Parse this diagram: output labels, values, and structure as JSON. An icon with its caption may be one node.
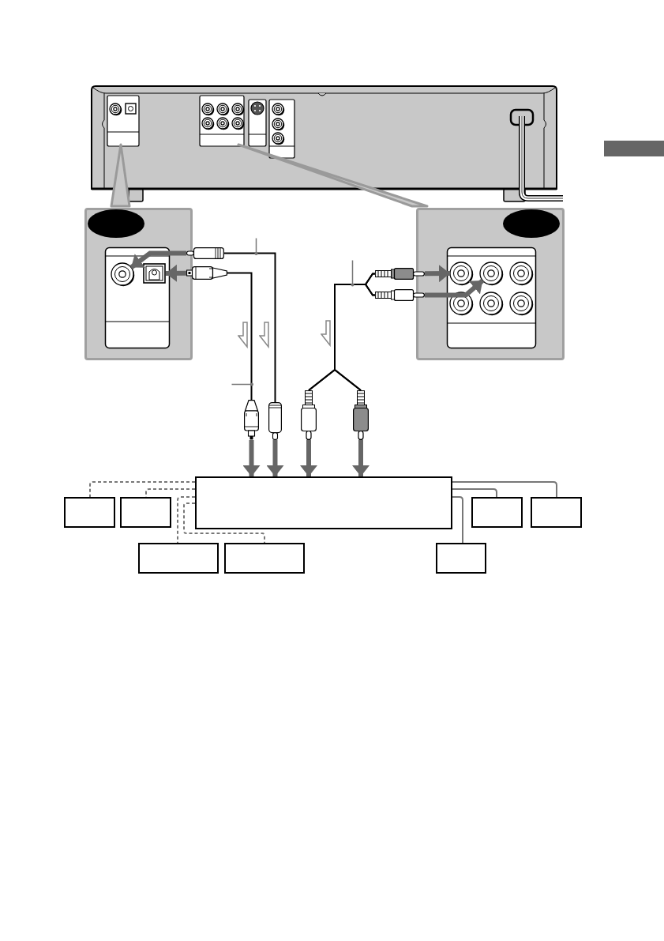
{
  "diagram": {
    "nodes": [
      {
        "text": [],
        "shape": "picture"
      },
      {
        "text": [],
        "shape": "bar"
      },
      {
        "text": [],
        "shape": "box"
      },
      {
        "text": [],
        "shape": "circle",
        "in": 2
      },
      {
        "text": [],
        "shape": "box",
        "in": 2
      },
      {
        "text": [],
        "shape": "picture"
      },
      {
        "text": [],
        "shape": "picture"
      },
      {
        "text": [],
        "shape": "picture"
      },
      {
        "text": [],
        "shape": "picture"
      },
      {
        "text": [],
        "shape": "box"
      },
      {
        "text": [],
        "shape": "circle",
        "in": 9
      },
      {
        "text": [],
        "shape": "circle",
        "in": 9
      },
      {
        "text": [],
        "shape": "circle",
        "in": 9
      },
      {
        "text": [],
        "shape": "circle",
        "in": 9
      },
      {
        "text": [],
        "shape": "circle",
        "in": 9
      },
      {
        "text": [],
        "shape": "circle",
        "in": 9
      },
      {
        "text": [],
        "shape": "picture"
      },
      {
        "text": [],
        "shape": "picture"
      },
      {
        "text": [],
        "shape": "picture"
      },
      {
        "text": [],
        "shape": "picture"
      },
      {
        "text": [],
        "shape": "box"
      },
      {
        "text": [],
        "shape": "box"
      },
      {
        "text": [],
        "shape": "box"
      },
      {
        "text": [],
        "shape": "box"
      },
      {
        "text": [],
        "shape": "box"
      },
      {
        "text": [],
        "shape": "box"
      },
      {
        "text": [],
        "shape": "box"
      },
      {
        "text": [],
        "shape": "box"
      }
    ],
    "edges": [
      {
        "from": 5,
        "to": 3,
        "arrow": "to",
        "style": "thick",
        "color": "#666666"
      },
      {
        "from": 6,
        "to": 4,
        "arrow": "to",
        "style": "thick",
        "color": "#666666"
      },
      {
        "from": 7,
        "to": 10,
        "arrow": "to",
        "style": "thick",
        "color": "#666666"
      },
      {
        "from": 8,
        "to": 11,
        "arrow": "to",
        "style": "thick",
        "color": "#666666"
      },
      {
        "from": 5,
        "to": 17,
        "arrow": "none",
        "color": "#000000"
      },
      {
        "from": 6,
        "to": 16,
        "arrow": "none",
        "color": "#000000"
      },
      {
        "from": 7,
        "to": 18,
        "arrow": "none",
        "color": "#000000"
      },
      {
        "from": 7,
        "to": 19,
        "arrow": "none",
        "color": "#000000"
      },
      {
        "from": 8,
        "to": 18,
        "arrow": "none",
        "color": "#000000"
      },
      {
        "from": 8,
        "to": 19,
        "arrow": "none",
        "color": "#000000"
      },
      {
        "from": 16,
        "to": 20,
        "arrow": "to",
        "style": "thick",
        "color": "#666666"
      },
      {
        "from": 17,
        "to": 20,
        "arrow": "to",
        "style": "thick",
        "color": "#666666"
      },
      {
        "from": 18,
        "to": 20,
        "arrow": "to",
        "style": "thick",
        "color": "#666666"
      },
      {
        "from": 19,
        "to": 20,
        "arrow": "to",
        "style": "thick",
        "color": "#666666"
      },
      {
        "from": 20,
        "to": 21,
        "arrow": "none",
        "style": "dashed",
        "color": "#777777"
      },
      {
        "from": 20,
        "to": 22,
        "arrow": "none",
        "style": "dashed",
        "color": "#777777"
      },
      {
        "from": 20,
        "to": 25,
        "arrow": "none",
        "style": "dashed",
        "color": "#777777"
      },
      {
        "from": 20,
        "to": 26,
        "arrow": "none",
        "style": "dashed",
        "color": "#777777"
      },
      {
        "from": 20,
        "to": 24,
        "arrow": "none",
        "color": "#777777"
      },
      {
        "from": 20,
        "to": 23,
        "arrow": "none",
        "color": "#777777"
      },
      {
        "from": 20,
        "to": 27,
        "arrow": "none",
        "color": "#777777"
      }
    ]
  }
}
